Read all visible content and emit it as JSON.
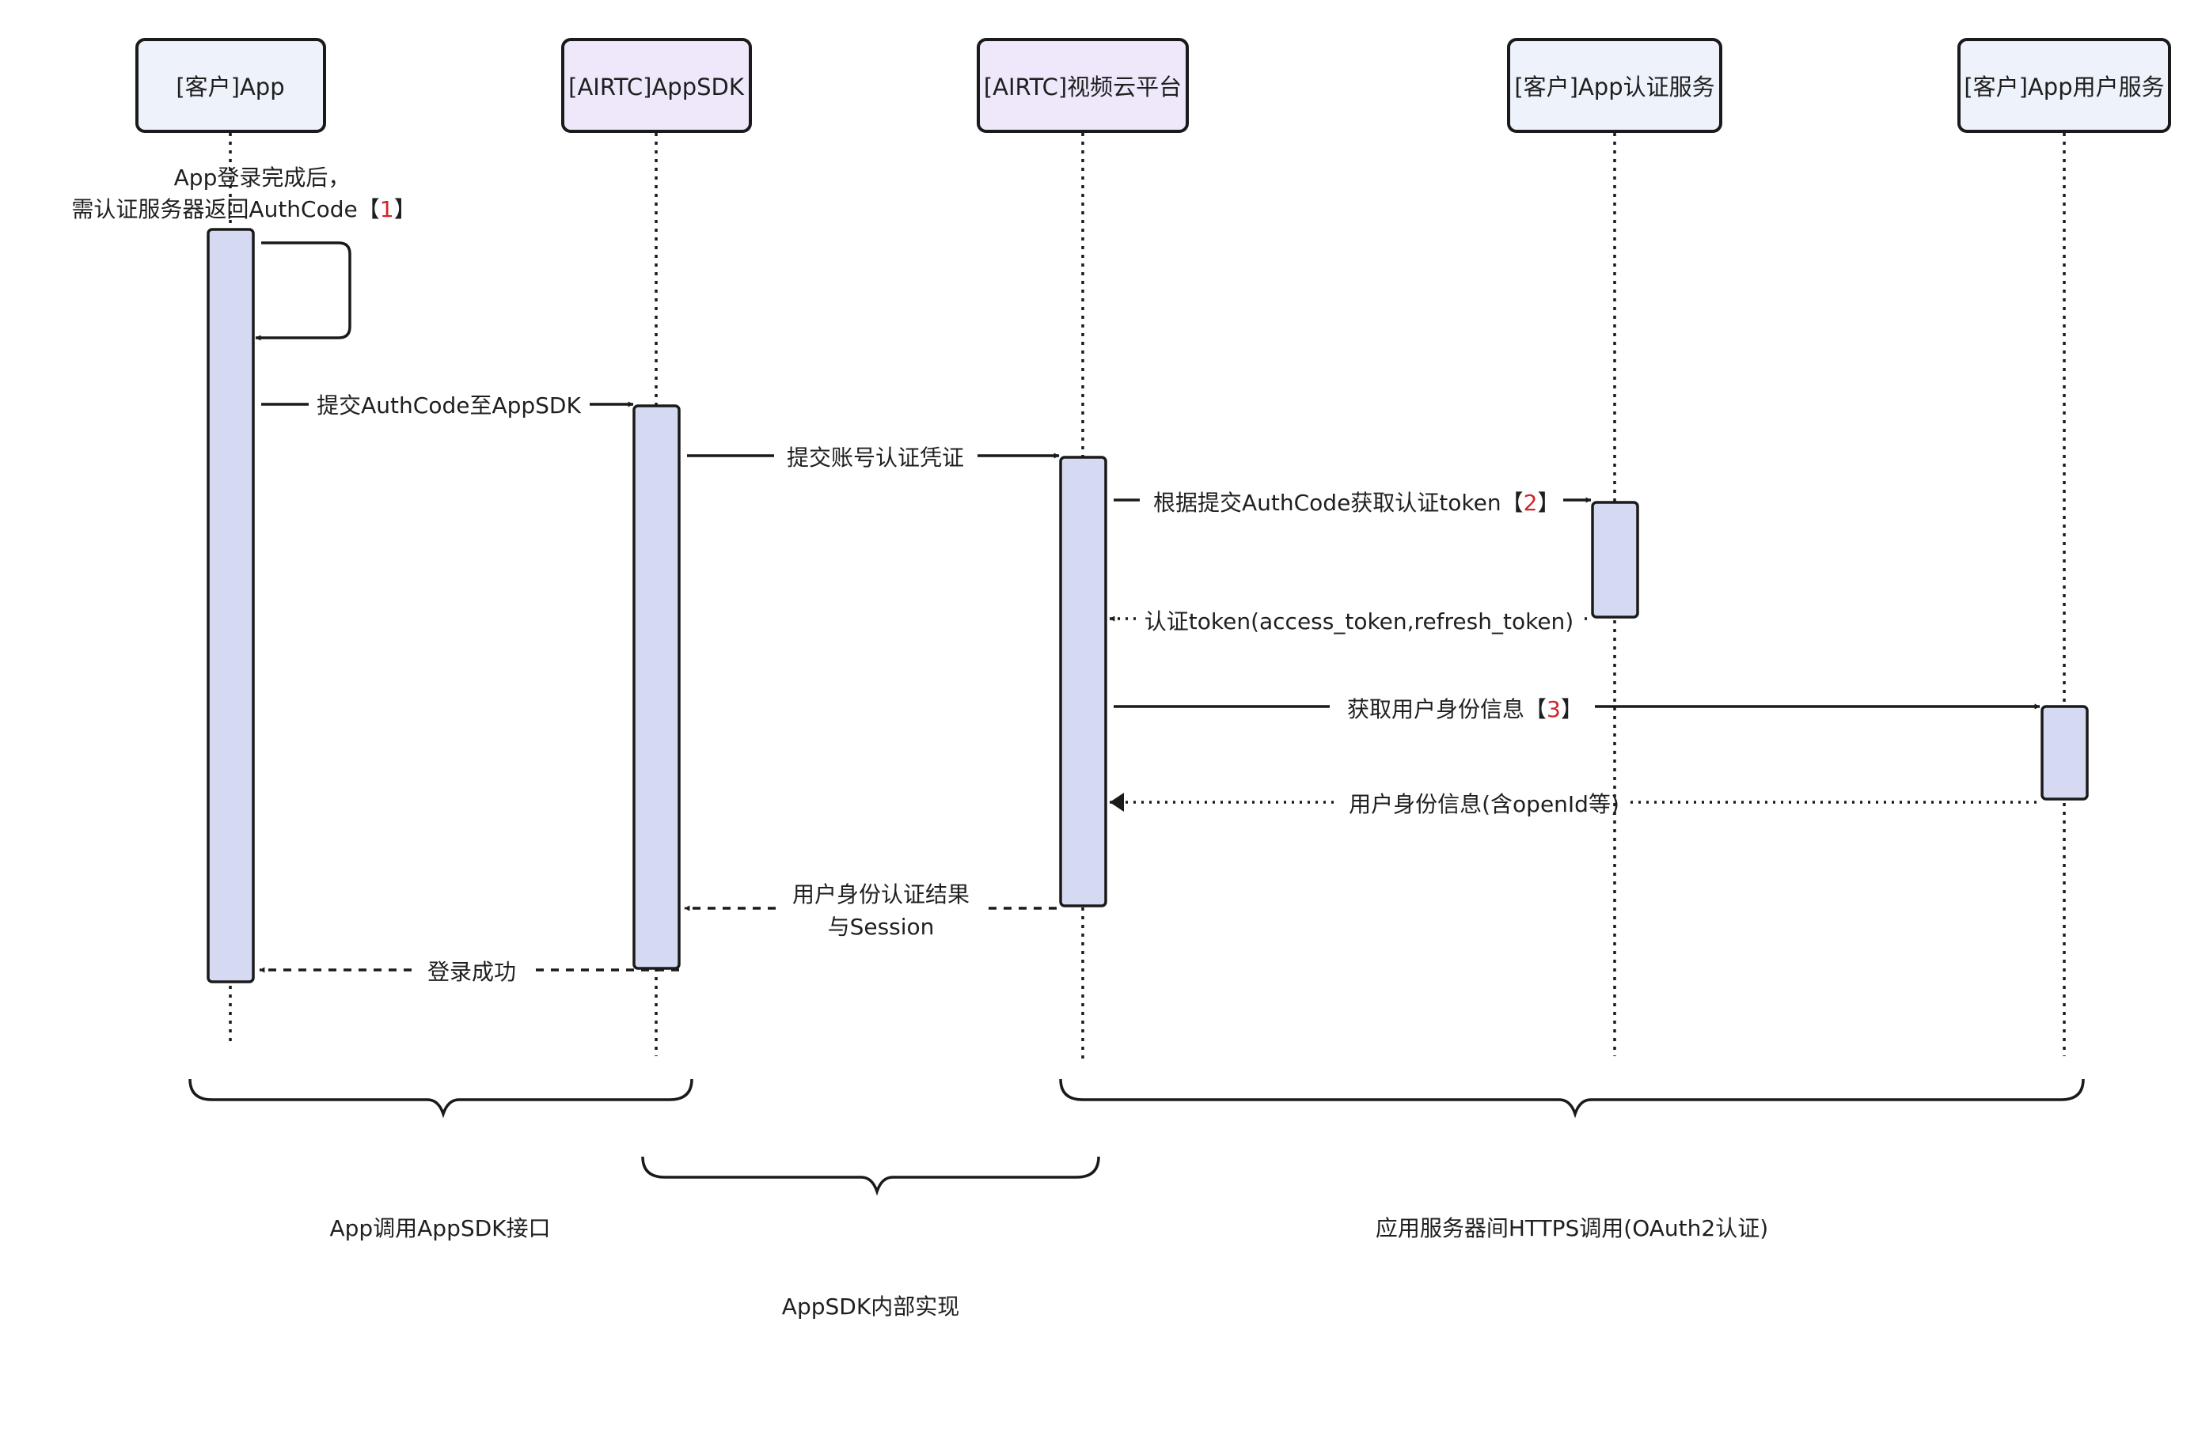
{
  "participants": [
    {
      "id": "client-app",
      "label": "[客户]App",
      "fill": "#eef2fb"
    },
    {
      "id": "airtc-appsdk",
      "label": "[AIRTC]AppSDK",
      "fill": "#efe8fb"
    },
    {
      "id": "airtc-video-cloud",
      "label": "[AIRTC]视频云平台",
      "fill": "#efe8fb"
    },
    {
      "id": "client-auth-service",
      "label": "[客户]App认证服务",
      "fill": "#eef2fb"
    },
    {
      "id": "client-user-service",
      "label": "[客户]App用户服务",
      "fill": "#eef2fb"
    }
  ],
  "messages": {
    "self_note_line1": "App登录完成后，",
    "self_note_line2_text": "需认证服务器返回AuthCode【",
    "self_note_line2_num": "1",
    "self_note_line2_end": "】",
    "submit_authcode": "提交AuthCode至AppSDK",
    "submit_credential": "提交账号认证凭证",
    "get_token_text": "根据提交AuthCode获取认证token【",
    "get_token_num": "2",
    "get_token_end": "】",
    "token_return": "认证token(access_token,refresh_token)",
    "get_user_info_text": "获取用户身份信息【",
    "get_user_info_num": "3",
    "get_user_info_end": "】",
    "user_info_return": "用户身份信息(含openId等)",
    "auth_result_line1": "用户身份认证结果",
    "auth_result_line2": "与Session",
    "login_success": "登录成功"
  },
  "groups": {
    "app_calls_sdk": "App调用AppSDK接口",
    "sdk_internal": "AppSDK内部实现",
    "server_https": "应用服务器间HTTPS调用(OAuth2认证)"
  },
  "colors": {
    "activation_fill": "#d5daf2",
    "step_number": "#d0242b"
  }
}
